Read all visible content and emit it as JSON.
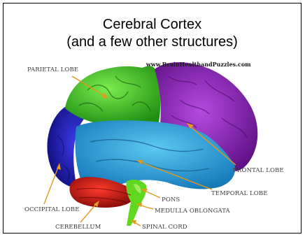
{
  "slide": {
    "title_line1": "Cerebral Cortex",
    "title_line2": "(and a few other structures)"
  },
  "diagram": {
    "watermark": "www.BrainHealthandPuzzles.com",
    "labels": {
      "parietal": "PARIETAL LOBE",
      "frontal": "FRONTAL LOBE",
      "temporal": "TEMPORAL LOBE",
      "occipital": "OCCIPITAL LOBE",
      "pons": "PONS",
      "medulla": "MEDULLA OBLONGATA",
      "cerebellum": "CEREBELLUM",
      "spinal": "SPINAL CORD"
    },
    "colors": {
      "parietal": "#3fc72a",
      "frontal": "#8c1fb5",
      "temporal": "#1aa2e2",
      "occipital": "#1f1ec2",
      "cerebellum": "#cc1212",
      "brainstem": "#5fd81f",
      "pointer": "#e19a1c"
    }
  }
}
